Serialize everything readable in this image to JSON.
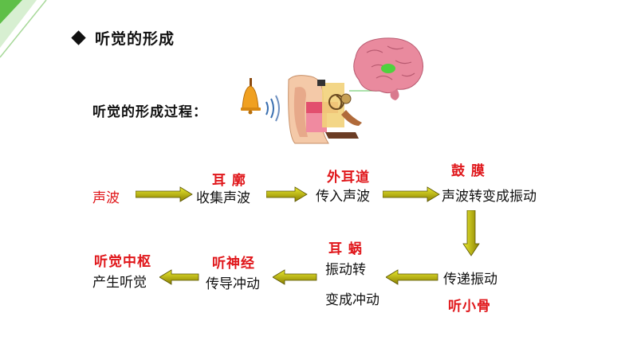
{
  "title": "听觉的形成",
  "subtitle": "听觉的形成过程：",
  "icons": [
    "bell-icon",
    "ear-icon",
    "brain-icon"
  ],
  "colors": {
    "label_red": "#e0161a",
    "arrow_fill": "#d8d000",
    "arrow_dark": "#7a7300",
    "corner_green": "#5fbf49",
    "brain_pink": "#e98a9e",
    "auditory_green": "#4fd23d"
  },
  "flow": {
    "start": "声波",
    "step1": {
      "organ": "耳 廓",
      "action": "收集声波"
    },
    "step2": {
      "organ": "外耳道",
      "action": "传入声波"
    },
    "step3": {
      "organ": "鼓 膜",
      "action": "声波转变成振动"
    },
    "step4": {
      "organ": "听小骨",
      "action": "传递振动"
    },
    "step5": {
      "organ": "耳 蜗",
      "action_line1": "振动转",
      "action_line2": "变成冲动"
    },
    "step6": {
      "organ": "听神经",
      "action": "传导冲动"
    },
    "step7": {
      "organ": "听觉中枢",
      "action": "产生听觉"
    }
  }
}
